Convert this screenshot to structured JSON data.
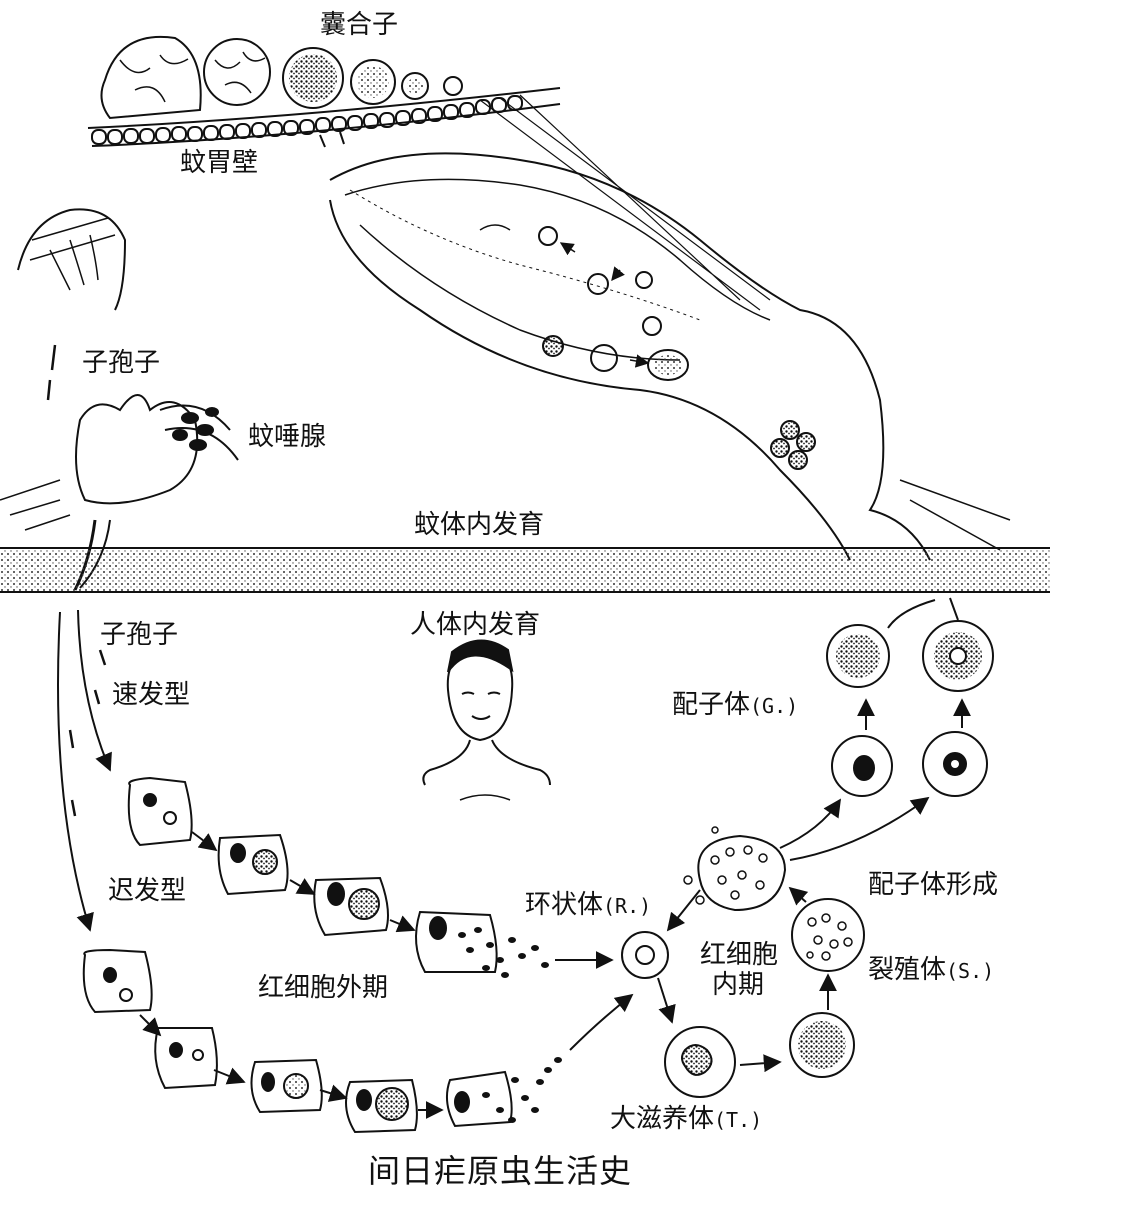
{
  "title": "间日疟原虫生活史",
  "labels": {
    "zygote_cyst": "囊合子",
    "mosquito_stomach_wall": "蚊胃壁",
    "sporozoite_top": "子孢子",
    "salivary_gland": "蚊唾腺",
    "mosquito_development": "蚊体内发育",
    "human_development": "人体内发育",
    "sporozoite_bottom": "子孢子",
    "tachysporozoite": "速发型",
    "bradysporozoite": "迟发型",
    "exo_erythrocytic": "红细胞外期",
    "gametocyte": "配子体",
    "gametocyte_abbr": "(G.)",
    "gametocyte_formation": "配子体形成",
    "ring_form": "环状体",
    "ring_abbr": "(R.)",
    "erythrocytic_line1": "红细胞",
    "erythrocytic_line2": "内期",
    "schizont": "裂殖体",
    "schizont_abbr": "(S.)",
    "trophozoite": "大滋养体",
    "trophozoite_abbr": "(T.)"
  },
  "colors": {
    "ink": "#111111",
    "paper": "#ffffff"
  }
}
